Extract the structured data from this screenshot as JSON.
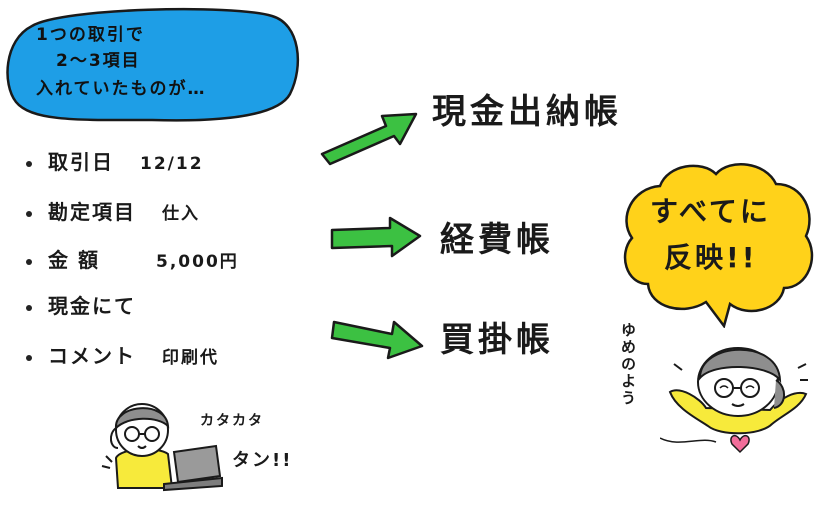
{
  "bubble": {
    "line1": "1つの取引で",
    "line2": "2～3項目",
    "line3": "入れていたものが…"
  },
  "list": [
    {
      "label": "取引日",
      "value": "12/12"
    },
    {
      "label": "勘定項目",
      "value": "仕入"
    },
    {
      "label": "金額",
      "value": "5,000円"
    },
    {
      "label": "現金にて",
      "value": ""
    },
    {
      "label": "コメント",
      "value": "印刷代"
    }
  ],
  "books": {
    "cash": "現金出納帳",
    "expense": "経費帳",
    "payable": "買掛帳"
  },
  "reflect": {
    "line1": "すべてに",
    "line2": "反映!!"
  },
  "sfx": {
    "typing": "カタカタ",
    "tap": "タン!!",
    "dream": "ゆめのよう"
  },
  "colors": {
    "bubble_blue": "#1e9ee6",
    "bubble_yellow": "#ffd21a",
    "arrow_green": "#3cc142",
    "shirt_yellow": "#f7ea3b",
    "hair_gray": "#8e8e8e",
    "heart_pink": "#f26d9a"
  }
}
